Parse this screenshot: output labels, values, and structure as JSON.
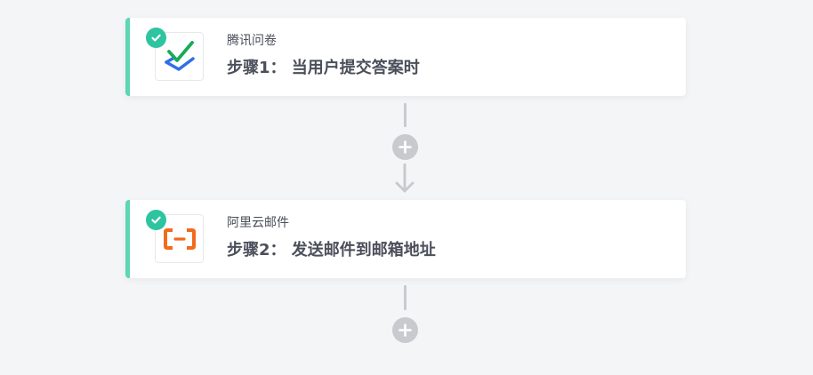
{
  "colors": {
    "accent": "#5cd6b3",
    "check_badge": "#2ec4a0",
    "connector": "#c8cace"
  },
  "steps": [
    {
      "app_name": "腾讯问卷",
      "title": "步骤1： 当用户提交答案时",
      "icon": "tencent-survey-icon"
    },
    {
      "app_name": "阿里云邮件",
      "title": "步骤2： 发送邮件到邮箱地址",
      "icon": "aliyun-mail-icon"
    }
  ]
}
